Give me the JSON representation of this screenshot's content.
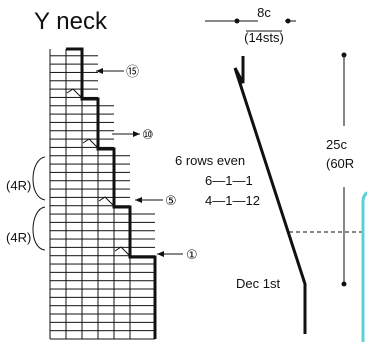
{
  "title": "Y neck",
  "width_measure": {
    "cm": "8c",
    "stitches": "(14sts)"
  },
  "height_measure": {
    "cm": "25c",
    "rows": "(60R"
  },
  "shaping": {
    "rows_even": "6 rows even",
    "rule_1": "6—1—1",
    "rule_2": "4—1—12",
    "dec_start": "Dec 1st"
  },
  "row_markers": [
    "4R",
    "4R"
  ],
  "row_numbers": [
    "①",
    "⑤",
    "⑩",
    "⑮"
  ],
  "colors": {
    "line": "#111111",
    "accent_panel": "#5fd0d6"
  }
}
